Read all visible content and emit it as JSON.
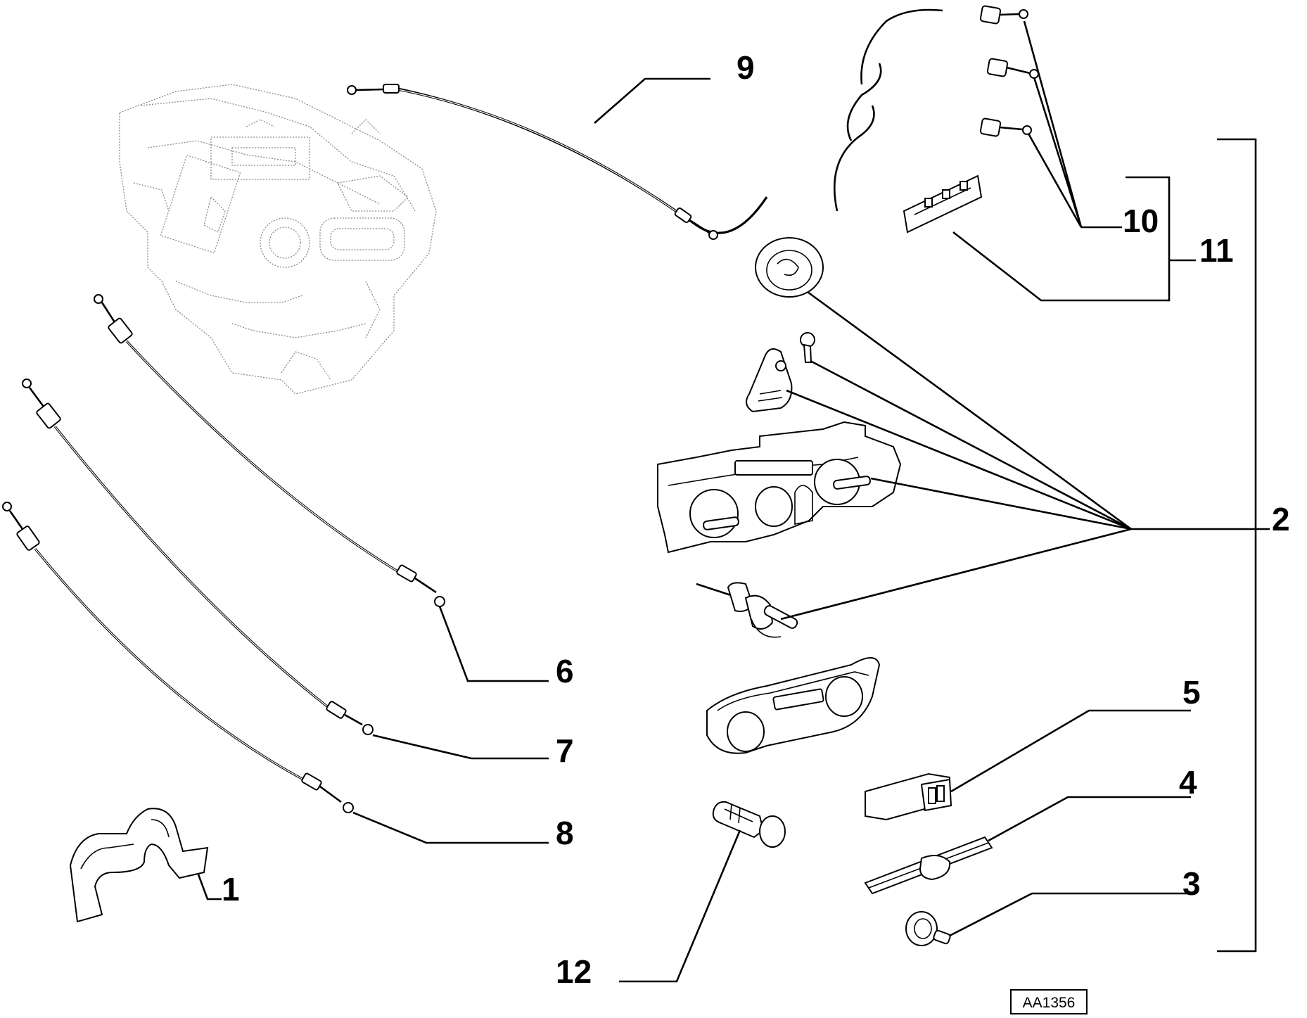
{
  "diagram": {
    "reference_code": "AA1356",
    "callouts": [
      {
        "id": "c1",
        "text": "1"
      },
      {
        "id": "c2",
        "text": "2"
      },
      {
        "id": "c3",
        "text": "3"
      },
      {
        "id": "c4",
        "text": "4"
      },
      {
        "id": "c5",
        "text": "5"
      },
      {
        "id": "c6",
        "text": "6"
      },
      {
        "id": "c7",
        "text": "7"
      },
      {
        "id": "c8",
        "text": "8"
      },
      {
        "id": "c9",
        "text": "9"
      },
      {
        "id": "c10",
        "text": "10"
      },
      {
        "id": "c11",
        "text": "11"
      },
      {
        "id": "c12",
        "text": "12"
      }
    ]
  }
}
